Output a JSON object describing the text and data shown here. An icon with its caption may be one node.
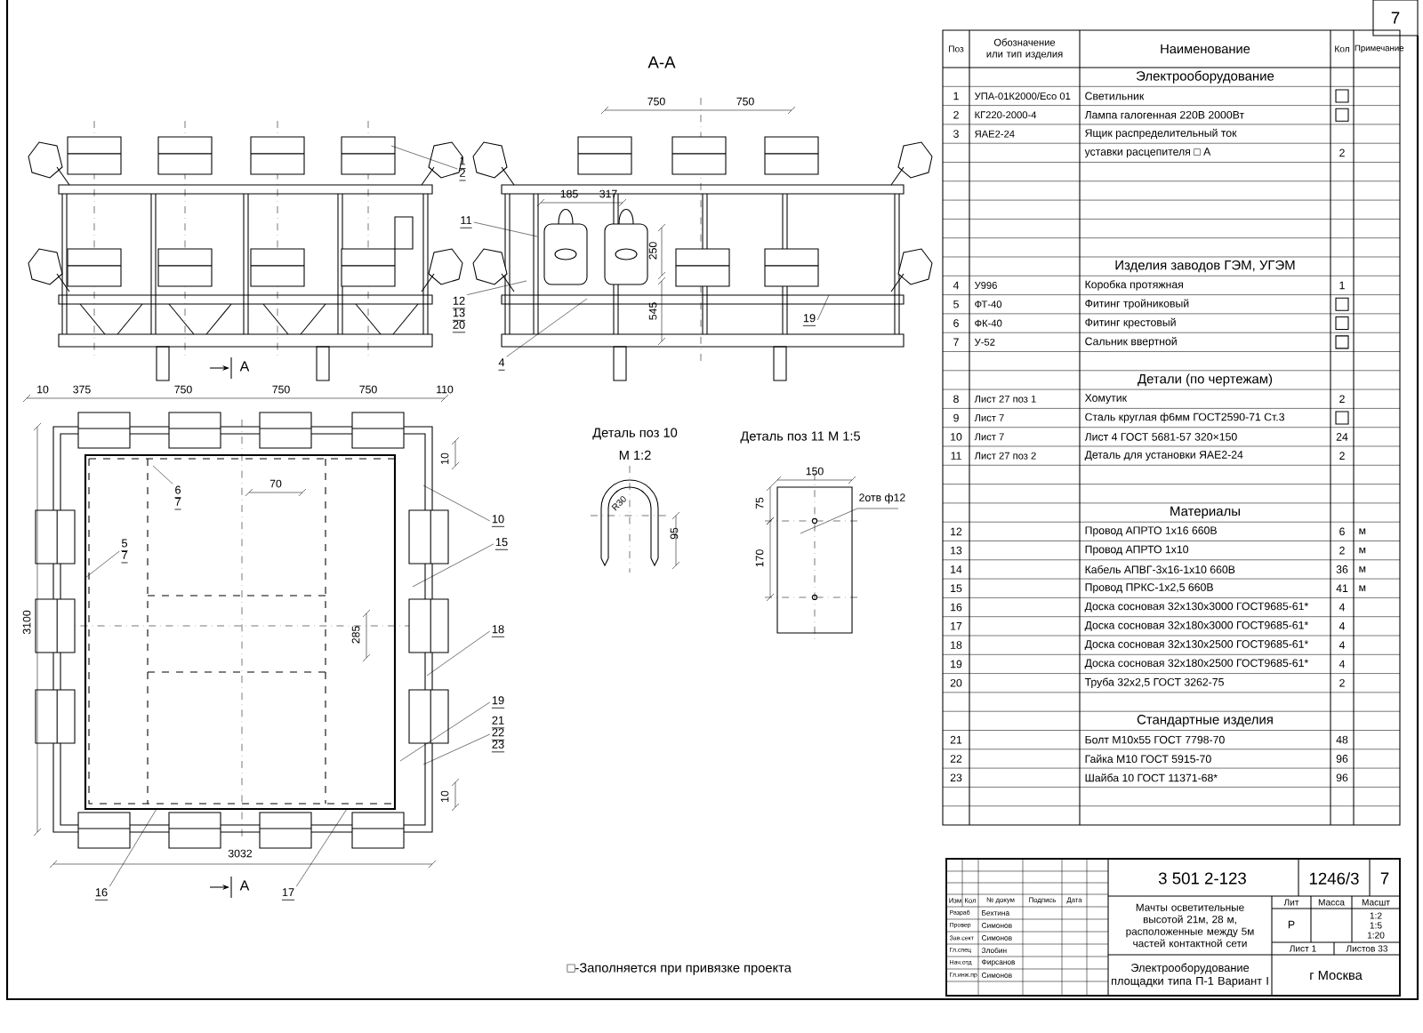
{
  "diagram": {
    "nodes": [
      {
        "text": [
          "1",
          "2"
        ]
      },
      {
        "text": [
          "11"
        ]
      },
      {
        "text": [
          "12",
          "13",
          "20"
        ]
      },
      {
        "text": [
          "4"
        ]
      },
      {
        "text": [
          "6",
          "7"
        ]
      },
      {
        "text": [
          "5",
          "7"
        ]
      },
      {
        "text": [
          "10"
        ]
      },
      {
        "text": [
          "15"
        ]
      },
      {
        "text": [
          "18"
        ]
      },
      {
        "text": [
          "19"
        ]
      },
      {
        "text": [
          "21",
          "22",
          "23"
        ]
      },
      {
        "text": [
          "16"
        ]
      },
      {
        "text": [
          "17"
        ]
      },
      {
        "text": [
          "19"
        ]
      }
    ],
    "edges": [
      {
        "from": 0,
        "to": null,
        "arrow": "none"
      },
      {
        "from": 1,
        "to": null,
        "arrow": "none"
      },
      {
        "from": 2,
        "to": null,
        "arrow": "none"
      },
      {
        "from": 3,
        "to": null,
        "arrow": "none"
      },
      {
        "from": 4,
        "to": null,
        "arrow": "none"
      },
      {
        "from": 5,
        "to": null,
        "arrow": "none"
      },
      {
        "from": 6,
        "to": null,
        "arrow": "none"
      },
      {
        "from": 7,
        "to": null,
        "arrow": "none"
      },
      {
        "from": 8,
        "to": null,
        "arrow": "none"
      },
      {
        "from": 9,
        "to": null,
        "arrow": "none"
      },
      {
        "from": 10,
        "to": null,
        "arrow": "none"
      },
      {
        "from": 11,
        "to": null,
        "arrow": "none"
      },
      {
        "from": 12,
        "to": null,
        "arrow": "none"
      },
      {
        "from": 13,
        "to": null,
        "arrow": "none"
      }
    ],
    "labels": [
      "А-А",
      "750",
      "750",
      "185",
      "317",
      "250",
      "545",
      "А",
      "10",
      "375",
      "750",
      "750",
      "750",
      "110",
      "10",
      "70",
      "285",
      "3100",
      "10",
      "3032",
      "А",
      "Деталь поз 10",
      "М 1:2",
      "Деталь поз 11 М 1:5",
      "150",
      "R30",
      "75",
      "2отв ф12",
      "95",
      "170",
      "□-Заполняется при привязке проекта",
      "Поз",
      "Обозначение или тип изделия",
      "Наименование",
      "Кол",
      "Примечание",
      "Электрооборудование",
      "1",
      "УПА-01К2000/Есо 01",
      "Светильник",
      "2",
      "КГ220-2000-4",
      "Лампа галогенная 220В 2000Вт",
      "3",
      "ЯАЕ2-24",
      "Ящик распределительный ток",
      "уставки расцепителя □ А",
      "2",
      "Изделия заводов ГЭМ, УГЭМ",
      "4",
      "У996",
      "Коробка протяжная",
      "1",
      "5",
      "ФТ-40",
      "Фитинг тройниковый",
      "6",
      "ФК-40",
      "Фитинг крестовый",
      "7",
      "У-52",
      "Сальник ввертной",
      "Детали (по чертежам)",
      "8",
      "Лист 27 поз 1",
      "Хомутик",
      "2",
      "9",
      "Лист 7",
      "Сталь круглая ф6мм ГОСТ2590-71 Ст.3",
      "10",
      "Лист 7",
      "Лист 4 ГОСТ 5681-57 320×150",
      "24",
      "11",
      "Лист 27 поз 2",
      "Деталь для установки ЯАЕ2-24",
      "2",
      "Материалы",
      "12",
      "Провод АПРТО 1х16 660В",
      "6",
      "м",
      "13",
      "Провод АПРТО 1х10",
      "2",
      "м",
      "14",
      "Кабель АПВГ-3х16-1х10 660В",
      "36",
      "м",
      "15",
      "Провод ПРКС-1х2,5 660В",
      "41",
      "м",
      "16",
      "Доска сосновая 32х130х3000 ГОСТ9685-61*",
      "4",
      "17",
      "Доска сосновая 32х180х3000 ГОСТ9685-61*",
      "4",
      "18",
      "Доска сосновая 32х130х2500 ГОСТ9685-61*",
      "4",
      "19",
      "Доска сосновая 32х180х2500 ГОСТ9685-61*",
      "4",
      "20",
      "Труба 32х2,5 ГОСТ 3262-75",
      "2",
      "Стандартные изделия",
      "21",
      "Болт М10х55 ГОСТ 7798-70",
      "48",
      "22",
      "Гайка М10 ГОСТ 5915-70",
      "96",
      "23",
      "Шайба 10 ГОСТ 11371-68*",
      "96",
      "3 501 2-123",
      "1246/3",
      "7",
      "Мачты осветительные высотой 21м, 28 м, расположенные между 5м частей контактной сети",
      "Лит",
      "Масса",
      "Масшт",
      "Р",
      "1:2",
      "1:5",
      "1:20",
      "Лист 1",
      "Листов 33",
      "Электрооборудование площадки типа П-1 Вариант I",
      "г Москва",
      "Изм",
      "Кол",
      "№ докум",
      "Подпись",
      "Дата",
      "Разраб",
      "Бехтина",
      "Провер",
      "Симонов",
      "Зав.сект",
      "Симонов",
      "Гл.спец",
      "Злобин",
      "Нач.отд",
      "Фирсанов",
      "Гл.инж.пр",
      "Симонов",
      "7"
    ]
  }
}
